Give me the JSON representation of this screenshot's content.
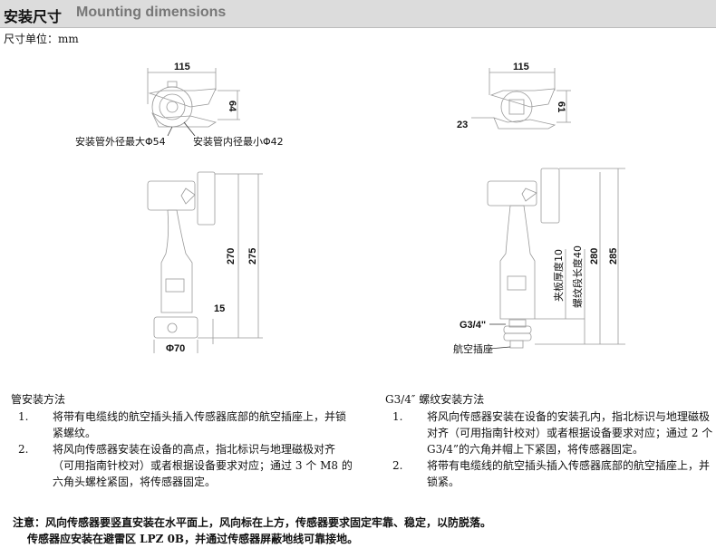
{
  "header": {
    "title_cn": "安装尺寸",
    "title_en": "Mounting dimensions"
  },
  "unit": "尺寸单位：mm",
  "drawings": {
    "left_top": {
      "width": "115",
      "height": "64",
      "outer_label": "安装管外径最大Φ54",
      "inner_label": "安装管内径最小Φ42"
    },
    "right_top": {
      "width": "115",
      "height": "61",
      "offset": "23"
    },
    "left_side": {
      "h1": "270",
      "h2": "275",
      "base_h": "15",
      "base_d": "Φ70"
    },
    "right_side": {
      "h1": "280",
      "h2": "285",
      "plate": "夹板厚度10",
      "thread": "螺纹段长度40",
      "g_label": "G3/4\"",
      "socket": "航空插座"
    }
  },
  "pipe": {
    "title": "管安装方法",
    "items": [
      {
        "n": "1.",
        "text": "将带有电缆线的航空插头插入传感器底部的航空插座上，并锁紧螺纹。"
      },
      {
        "n": "2.",
        "text": "将风向传感器安装在设备的高点，指北标识与地理磁极对齐（可用指南针校对）或者根据设备要求对应；通过 3 个 M8 的六角头螺栓紧固，将传感器固定。"
      }
    ]
  },
  "thread": {
    "title": "G3/4″ 螺纹安装方法",
    "items": [
      {
        "n": "1.",
        "text": "将风向传感器安装在设备的安装孔内，指北标识与地理磁极对齐（可用指南针校对）或者根据设备要求对应；通过 2 个 G3/4”的六角并帽上下紧固，将传感器固定。"
      },
      {
        "n": "2.",
        "text": "将带有电缆线的航空插头插入传感器底部的航空插座上，并锁紧。"
      }
    ]
  },
  "notes": [
    "注意：风向传感器要竖直安装在水平面上，风向标在上方，传感器要求固定牢靠、稳定，以防脱落。",
    "传感器应安装在避雷区 LPZ 0B，并通过传感器屏蔽地线可靠接地。"
  ]
}
